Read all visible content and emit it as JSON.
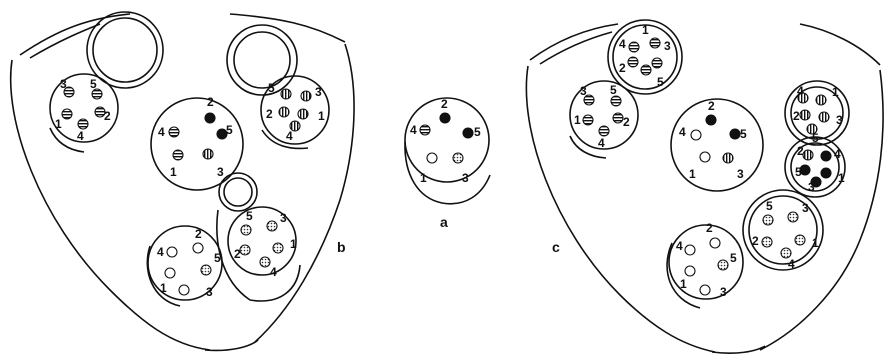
{
  "panels": [
    {
      "id": "b",
      "label": "b"
    },
    {
      "id": "a",
      "label": "a"
    },
    {
      "id": "c",
      "label": "c"
    }
  ],
  "nums": [
    "1",
    "2",
    "3",
    "4",
    "5"
  ],
  "colors": {
    "ink": "#111111",
    "paper": "#ffffff",
    "stipple": "#555555"
  },
  "fills_legend": [
    "solid",
    "striped",
    "stippled",
    "open"
  ]
}
